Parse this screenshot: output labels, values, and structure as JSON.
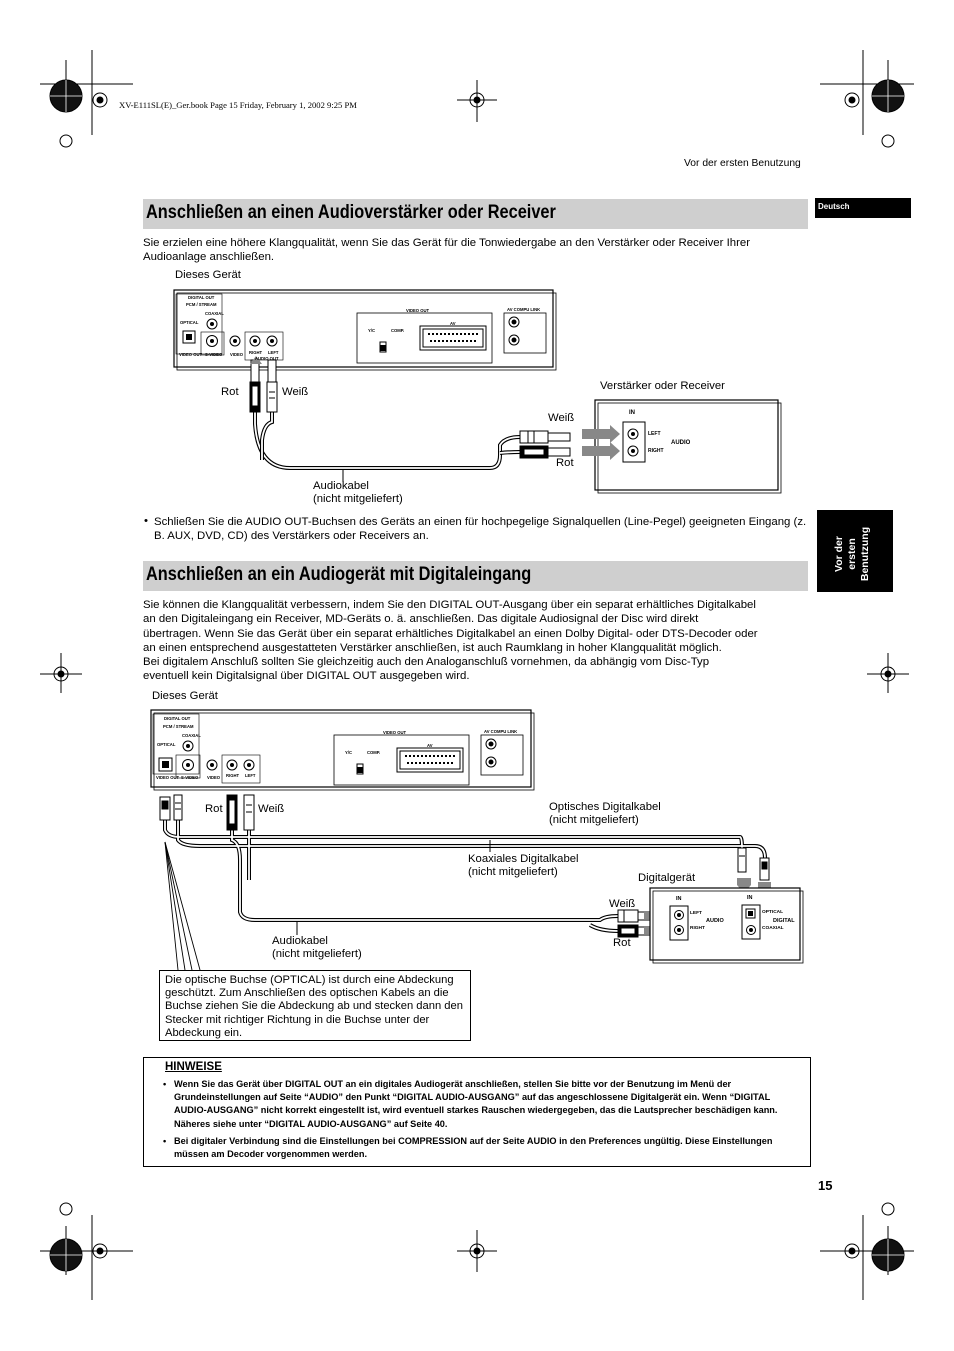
{
  "print_header": "XV-E111SL(E)_Ger.book  Page 15  Friday, February 1, 2002  9:25 PM",
  "running_head": "Vor der ersten Benutzung",
  "side_tabs": {
    "language": "Deutsch",
    "chapter": "Vor der ersten Benutzung"
  },
  "section1": {
    "title": "Anschließen an einen Audioverstärker oder Receiver",
    "intro": "Sie erzielen eine höhere Klangqualität, wenn Sie das Gerät für die Tonwiedergabe an den Verstärker oder Receiver Ihrer Audioanlage anschließen.",
    "diagram": {
      "device_label": "Dieses Gerät",
      "receiver_label": "Verstärker oder Receiver",
      "plug_left_red": "Rot",
      "plug_left_white": "Weiß",
      "plug_right_white": "Weiß",
      "plug_right_red": "Rot",
      "cable_label_line1": "Audiokabel",
      "cable_label_line2": "(nicht mitgeliefert)",
      "panel": {
        "digital_out": "DIGITAL OUT",
        "pcm_stream": "PCM / STREAM",
        "optical": "OPTICAL",
        "coaxial": "COAXIAL",
        "video_out_box": "VIDEO OUT",
        "s_video": "S-VIDEO",
        "video": "VIDEO",
        "right": "RIGHT",
        "left": "LEFT",
        "audio_out": "AUDIO OUT",
        "video_out_top": "VIDEO OUT",
        "yc": "Y/C",
        "comp": "COMP.",
        "av": "AV",
        "av_compu_link": "AV COMPU LINK"
      },
      "receiver": {
        "in": "IN",
        "left": "LEFT",
        "right": "RIGHT",
        "audio": "AUDIO"
      }
    },
    "bullet": "Schließen Sie die AUDIO OUT-Buchsen des Geräts an einen für hochpegelige Signalquellen (Line-Pegel) geeigneten Eingang (z. B. AUX, DVD, CD) des Verstärkers oder Receivers an."
  },
  "section2": {
    "title": "Anschließen an ein Audiogerät mit Digitaleingang",
    "intro_lines": [
      "Sie können die Klangqualität verbessern, indem Sie den DIGITAL OUT-Ausgang über ein separat erhältliches Digitalkabel",
      "an den Digitaleingang ein Receiver, MD-Geräts o. ä. anschließen. Das digitale Audiosignal der Disc wird direkt",
      "übertragen. Wenn Sie das Gerät über ein separat erhältliches Digitalkabel an einen Dolby Digital- oder DTS-Decoder oder",
      "an einen entsprechend ausgestatteten Verstärker anschließen, ist auch Raumklang in hoher Klangqualität möglich.",
      "Bei digitalem Anschluß sollten Sie gleichzeitig auch den Analoganschluß vornehmen, da abhängig vom Disc-Typ",
      "eventuell kein Digitalsignal über DIGITAL OUT ausgegeben wird."
    ],
    "diagram": {
      "device_label": "Dieses Gerät",
      "plug_red": "Rot",
      "plug_white": "Weiß",
      "optical_cable_line1": "Optisches Digitalkabel",
      "optical_cable_line2": "(nicht mitgeliefert)",
      "coax_cable_line1": "Koaxiales Digitalkabel",
      "coax_cable_line2": "(nicht mitgeliefert)",
      "digital_device_label": "Digitalgerät",
      "rx_white": "Weiß",
      "rx_red": "Rot",
      "audio_cable_line1": "Audiokabel",
      "audio_cable_line2": "(nicht mitgeliefert)",
      "receiver": {
        "in": "IN",
        "left": "LEFT",
        "right": "RIGHT",
        "audio": "AUDIO",
        "in2": "IN",
        "optical": "OPTICAL",
        "coaxial": "COAXIAL",
        "digital": "DIGITAL"
      }
    },
    "optical_note": "Die optische Buchse (OPTICAL) ist durch eine Abdeckung geschützt. Zum Anschließen des optischen Kabels an die Buchse ziehen Sie die Abdeckung ab und stecken dann den Stecker mit richtiger Richtung in die Buchse unter der Abdeckung ein."
  },
  "notes": {
    "title": "HINWEISE",
    "items": [
      "Wenn Sie das Gerät über DIGITAL OUT an ein digitales Audiogerät anschließen, stellen Sie bitte vor der Benutzung im Menü der Grundeinstellungen auf Seite “AUDIO” den Punkt “DIGITAL AUDIO-AUSGANG” auf das angeschlossene Digitalgerät ein. Wenn “DIGITAL AUDIO-AUSGANG” nicht korrekt eingestellt ist, wird eventuell starkes Rauschen wiedergegeben, das die Lautsprecher beschädigen kann. Näheres siehe unter “DIGITAL AUDIO-AUSGANG” auf Seite 40.",
      "Bei digitaler Verbindung sind die Einstellungen bei COMPRESSION auf der Seite AUDIO in den Preferences ungültig. Diese Einstellungen müssen am Decoder vorgenommen werden."
    ]
  },
  "page_number": "15"
}
